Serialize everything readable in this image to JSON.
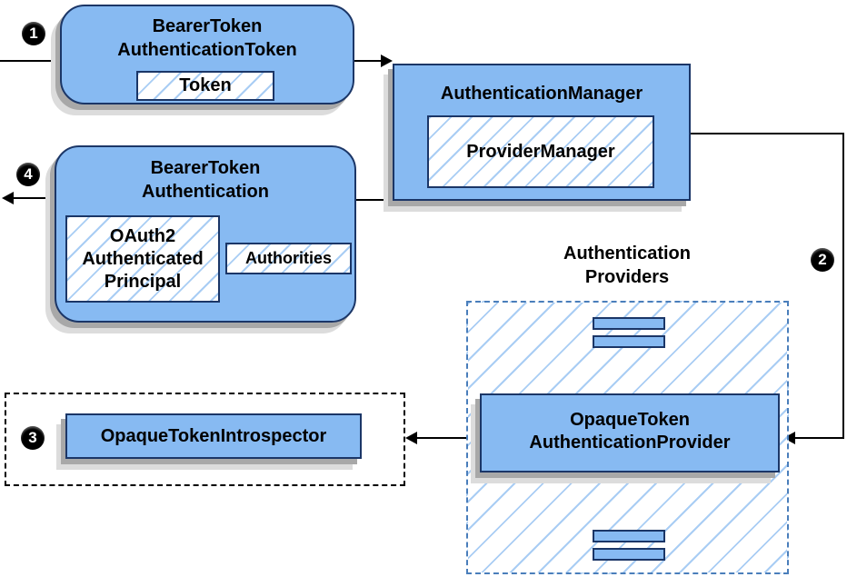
{
  "diagram": {
    "badges": {
      "step1": "1",
      "step2": "2",
      "step3": "3",
      "step4": "4"
    },
    "bearer_token_authentication_token": {
      "title1": "BearerToken",
      "title2": "AuthenticationToken",
      "token": "Token"
    },
    "authentication_manager": {
      "title": "AuthenticationManager",
      "provider_manager": "ProviderManager"
    },
    "bearer_token_authentication": {
      "title1": "BearerToken",
      "title2": "Authentication",
      "principal1": "OAuth2",
      "principal2": "Authenticated",
      "principal3": "Principal",
      "authorities": "Authorities"
    },
    "authentication_providers": {
      "label1": "Authentication",
      "label2": "Providers"
    },
    "opaque_token_authentication_provider": {
      "title1": "OpaqueToken",
      "title2": "AuthenticationProvider"
    },
    "opaque_token_introspector": {
      "title": "OpaqueTokenIntrospector"
    },
    "colors": {
      "node_fill": "#87BAF2",
      "node_border": "#1B3667",
      "hatch_line": "#A9CDF4",
      "providers_dash_border": "#4A7EBB",
      "black_dash_border": "#000000",
      "shadow_dark": "#A8A8A8",
      "shadow_light": "#DCDCDC",
      "connector": "#000000",
      "badge_fill": "#000000",
      "badge_text": "#FFFFFF"
    }
  }
}
